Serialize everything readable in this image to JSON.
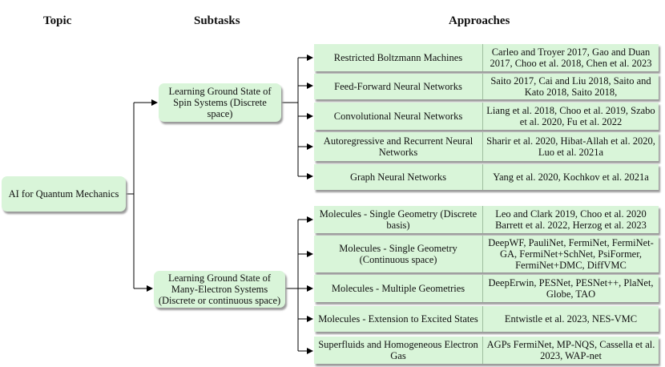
{
  "headers": {
    "topic": "Topic",
    "subtasks": "Subtasks",
    "approaches": "Approaches"
  },
  "root": "AI for Quantum Mechanics",
  "subtasks": [
    {
      "label": "Learning Ground State of Spin Systems (Discrete space)",
      "approaches": [
        {
          "name": "Restricted Boltzmann Machines",
          "refs": "Carleo and Troyer 2017, Gao and Duan 2017, Choo et al. 2018, Chen et al. 2023"
        },
        {
          "name": "Feed-Forward Neural Networks",
          "refs": "Saito 2017, Cai and Liu 2018, Saito and Kato 2018, Saito 2018,"
        },
        {
          "name": "Convolutional Neural Networks",
          "refs": "Liang et al. 2018, Choo et al. 2019, Szabo et al. 2020, Fu et al. 2022"
        },
        {
          "name": "Autoregressive and Recurrent Neural Networks",
          "refs": "Sharir et al. 2020, Hibat-Allah et al. 2020, Luo et al. 2021a"
        },
        {
          "name": "Graph Neural Networks",
          "refs": "Yang et al. 2020, Kochkov et al. 2021a"
        }
      ]
    },
    {
      "label": "Learning Ground State of Many-Electron Systems (Discrete or continuous space)",
      "approaches": [
        {
          "name": "Molecules - Single Geometry (Discrete basis)",
          "refs": "Leo and Clark 2019, Choo et al. 2020 Barrett et al. 2022, Herzog et al. 2023"
        },
        {
          "name": "Molecules - Single Geometry (Continuous space)",
          "refs": "DeepWF, PauliNet, FermiNet, FermiNet-GA, FermiNet+SchNet, PsiFormer, FermiNet+DMC, DiffVMC"
        },
        {
          "name": "Molecules - Multiple Geometries",
          "refs": "DeepErwin, PESNet, PESNet++, PlaNet, Globe, TAO"
        },
        {
          "name": "Molecules - Extension to Excited States",
          "refs": "Entwistle et al. 2023, NES-VMC"
        },
        {
          "name": "Superfluids and Homogeneous Electron Gas",
          "refs": "AGPs FermiNet, MP-NQS, Cassella et al. 2023, WAP-net"
        }
      ]
    }
  ]
}
